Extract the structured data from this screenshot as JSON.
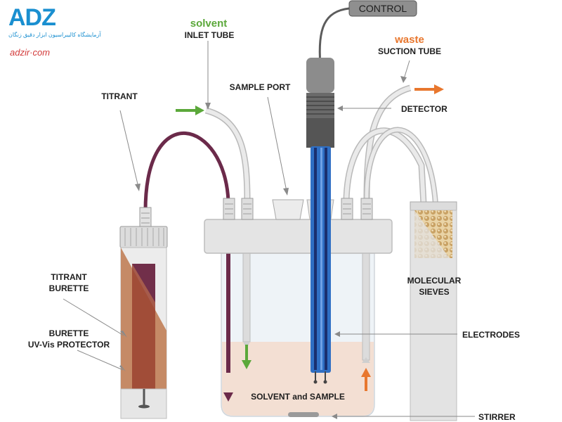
{
  "logo": {
    "mark": "ADZ",
    "tagline": "آزمایشگاه کالیبراسیون ابزار دقیق زنگان",
    "site": "adzir·com"
  },
  "labels": {
    "control": "CONTROL",
    "solvent_word": "solvent",
    "inlet_tube": "INLET TUBE",
    "waste_word": "waste",
    "suction_tube": "SUCTION TUBE",
    "titrant": "TITRANT",
    "sample_port": "SAMPLE PORT",
    "detector": "DETECTOR",
    "titrant_burette_1": "TITRANT",
    "titrant_burette_2": "BURETTE",
    "burette_protector_1": "BURETTE",
    "burette_protector_2": "UV-Vis PROTECTOR",
    "molecular_sieves_1": "MOLECULAR",
    "molecular_sieves_2": "SIEVES",
    "electrodes": "ELECTRODES",
    "solvent_and_sample": "SOLVENT and SAMPLE",
    "stirrer": "STIRRER"
  },
  "colors": {
    "solvent_green": "#5ba83a",
    "waste_orange": "#e8772e",
    "titrant_tube": "#6b2a4a",
    "electrode_blue": "#2f6fc4",
    "solution": "#f3dfd3",
    "burette_brown": "#c58a66",
    "logo_blue": "#1a8fd0"
  }
}
